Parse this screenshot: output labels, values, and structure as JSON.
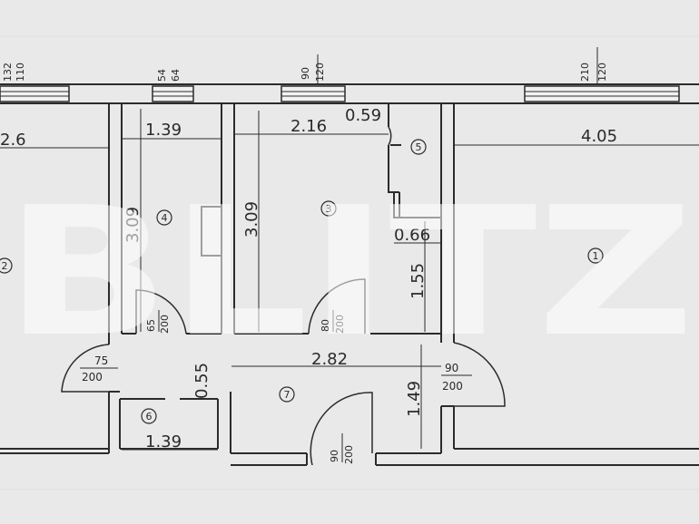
{
  "plan": {
    "watermark": "BLITZ",
    "window_labels": [
      {
        "w": "132",
        "h": "110"
      },
      {
        "w": "54",
        "h": "64"
      },
      {
        "w": "90",
        "h": "120"
      },
      {
        "w": "210",
        "h": "120"
      }
    ],
    "room_numbers": [
      "1",
      "2",
      "3",
      "4",
      "5",
      "6",
      "7"
    ],
    "dimensions": {
      "room2_width": "2.6",
      "room4_width": "1.39",
      "room4_length": "3.09",
      "room3_width": "2.16",
      "room3_length": "3.09",
      "room5_width": "0.59",
      "room5_depth": "0.66",
      "room5_length": "1.55",
      "room1_width": "4.05",
      "hall_length": "2.82",
      "hall_depth": "1.49",
      "bath_width": "1.39",
      "bath_depth": "0.55"
    },
    "door_labels": [
      {
        "w": "65",
        "h": "200"
      },
      {
        "w": "80",
        "h": "200"
      },
      {
        "w": "75",
        "h": "200"
      },
      {
        "w": "90",
        "h": "200"
      },
      {
        "w": "90",
        "h": "200"
      }
    ]
  }
}
